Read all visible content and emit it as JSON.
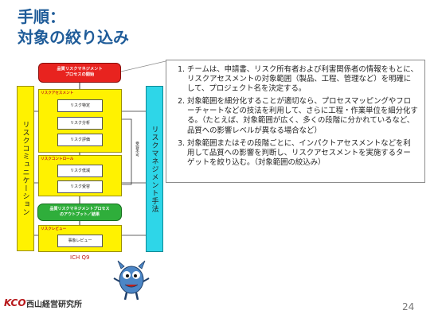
{
  "title": {
    "line1": "手順：",
    "line2": "対象の絞り込み"
  },
  "diagram": {
    "start": "品質リスクマネジメント\nプロセスの開始",
    "assessment_label": "リスクアセスメント",
    "identify": "リスク特定",
    "analyze": "リスク分析",
    "evaluate": "リスク評価",
    "control_label": "リスクコントロール",
    "reduce": "リスク低減",
    "accept": "リスク受容",
    "output": "品質リスクマネジメントプロセス\nのアウトプット／結果",
    "review_label": "リスクレビュー",
    "review_event": "事象レビュー",
    "left_bar": "リスクコミュニケーション",
    "right_bar": "リスクマネジメント手法",
    "unacceptable": "受容不可",
    "source": "ICH Q9"
  },
  "callout": {
    "items": [
      "チームは、申請書、リスク所有者および利害関係者の情報をもとに、リスクアセスメントの対象範囲（製品、工程、管理など）を明確にして、プロジェクト名を決定する。",
      "対象範囲を細分化することが適切なら、プロセスマッピングやフローチャートなどの技法を利用して、さらに工程・作業単位を細分化する。（たとえば、対象範囲が広く、多くの段階に分かれているなど、品質への影響レベルが異なる場合など）",
      "対象範囲またはその段階ごとに、インパクトアセスメントなどを利用して品質への影響を判断し、リスクアセスメントを実施するターゲットを絞り込む。（対象範囲の絞込み）"
    ]
  },
  "footer": {
    "logo_mark": "KCO",
    "logo_text": "西山経営研究所",
    "page": "24"
  },
  "colors": {
    "title": "#1f5c99",
    "start": "#e8231f",
    "output": "#2fae3b",
    "box": "#fff200",
    "tool": "#2ed6e8"
  }
}
